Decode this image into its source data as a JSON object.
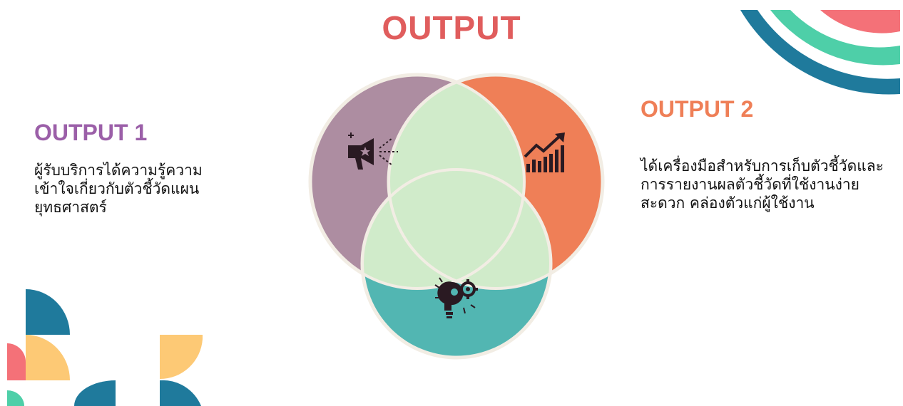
{
  "title": "OUTPUT",
  "output1": {
    "heading": "OUTPUT 1",
    "text": "ผู้รับบริการได้ความรู้ความเข้าใจเกี่ยวกับตัวชี้วัดแผนยุทธศาสตร์"
  },
  "output2": {
    "heading": "OUTPUT 2",
    "text": "ได้เครื่องมือสำหรับการเก็บตัวชี้วัดและการรายงานผลตัวชี้วัดที่ใช้งานง่าย สะดวก คล่องตัวแก่ผู้ใช้งาน"
  },
  "colors": {
    "title": "#e05d5d",
    "output1_heading": "#9b5fa8",
    "output2_heading": "#ef7f57",
    "circle_purple": "#ad8da1",
    "circle_orange": "#ef7f57",
    "circle_teal": "#52b6b2",
    "overlap_green": "#d0ebca",
    "outline": "#f2ede4",
    "deco_blue": "#1f7a9c",
    "deco_teal": "#4ecfa8",
    "deco_coral": "#f47178",
    "deco_yellow": "#fdc975"
  },
  "icons": {
    "purple": "megaphone-icon",
    "orange": "growth-chart-icon",
    "teal": "idea-gear-icon"
  }
}
